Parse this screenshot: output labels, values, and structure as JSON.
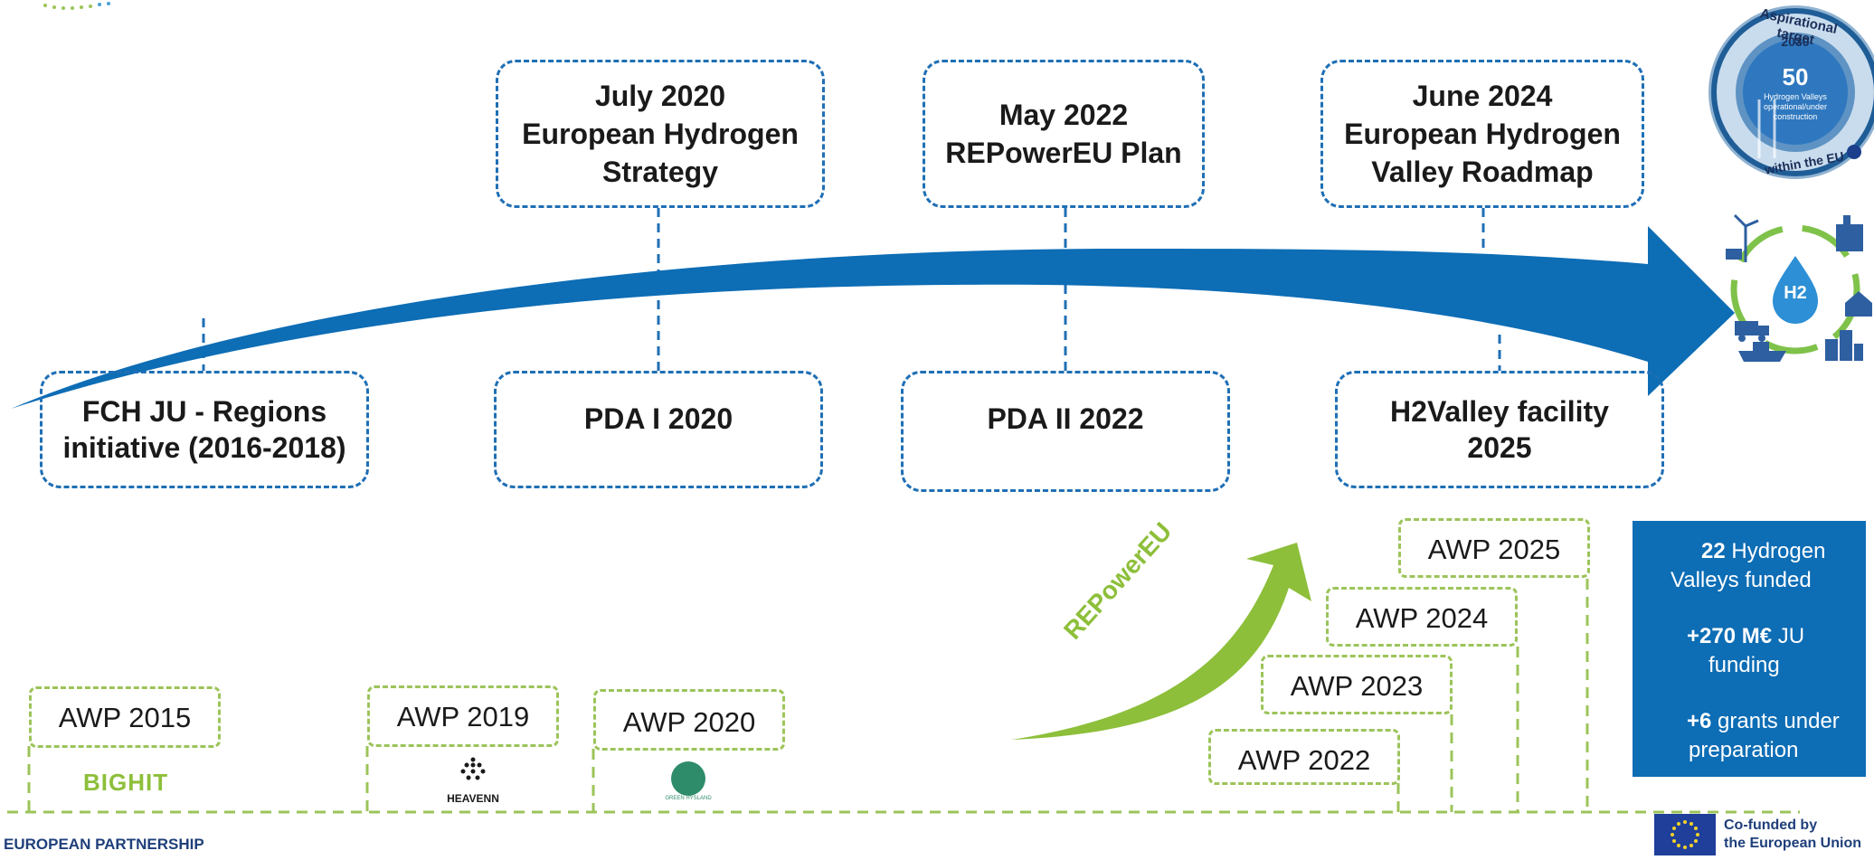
{
  "milestones_top": [
    {
      "line1": "July 2020",
      "line2": "European Hydrogen",
      "line3": "Strategy"
    },
    {
      "line1": "May 2022",
      "line2": "REPowerEU Plan"
    },
    {
      "line1": "June 2024",
      "line2": "European Hydrogen",
      "line3": "Valley Roadmap"
    }
  ],
  "milestones_bottom": [
    {
      "line1": "FCH JU - Regions",
      "line2": "initiative (2016-2018)"
    },
    {
      "line1": "PDA I 2020"
    },
    {
      "line1": "PDA II 2022"
    },
    {
      "line1": "H2Valley facility",
      "line2": "2025"
    }
  ],
  "awp": [
    "AWP 2015",
    "AWP 2019",
    "AWP 2020",
    "AWP 2022",
    "AWP 2023",
    "AWP 2024",
    "AWP 2025"
  ],
  "project_logos": {
    "bighit": "BIGHIT",
    "heavenn": "HEAVENN",
    "green": "GREEN HYSLAND"
  },
  "repowereu_label": "REPowerEU",
  "badge": {
    "top_text": "Aspirational target",
    "year": "2030",
    "number": "50",
    "desc1": "Hydrogen Valleys",
    "desc2": "operational/under",
    "desc3": "construction",
    "bottom_text": "within the EU"
  },
  "h2_symbol": "H2",
  "stats": {
    "s1_bold": "22",
    "s1_rest": " Hydrogen",
    "s1_line2": "Valleys funded",
    "s2_bold": "+270 M€",
    "s2_rest": " JU",
    "s2_line2": "funding",
    "s3_bold": "+6",
    "s3_rest": " grants under",
    "s3_line2": "preparation"
  },
  "footer": {
    "partnership": "EUROPEAN PARTNERSHIP",
    "cofunded1": "Co-funded by",
    "cofunded2": "the European Union"
  },
  "colors": {
    "blue": "#0d6db5",
    "dashed_blue": "#1f6fb5",
    "green": "#9cc45a",
    "green_arrow": "#8dbf3a"
  }
}
